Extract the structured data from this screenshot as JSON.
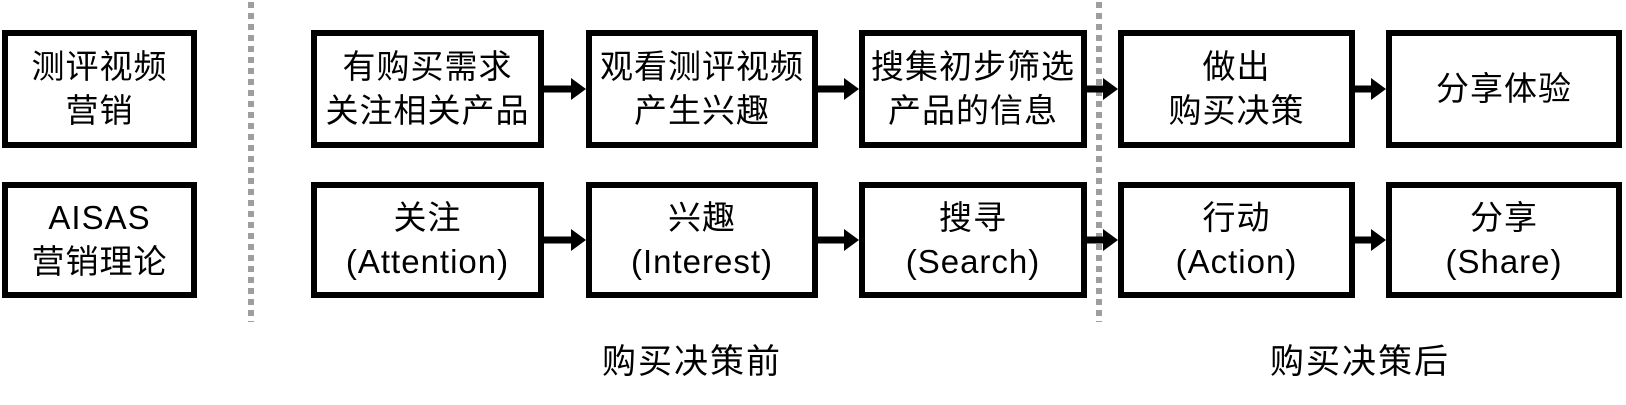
{
  "diagram": {
    "row_labels": {
      "marketing": {
        "line1": "测评视频",
        "line2": "营销"
      },
      "aisas": {
        "line1": "AISAS",
        "line2": "营销理论"
      }
    },
    "top_flow": [
      {
        "line1": "有购买需求",
        "line2": "关注相关产品"
      },
      {
        "line1": "观看测评视频",
        "line2": "产生兴趣"
      },
      {
        "line1": "搜集初步筛选",
        "line2": "产品的信息"
      },
      {
        "line1": "做出",
        "line2": "购买决策"
      },
      {
        "line1": "分享体验"
      }
    ],
    "bottom_flow": [
      {
        "line1": "关注",
        "line2": "(Attention)"
      },
      {
        "line1": "兴趣",
        "line2": "(Interest)"
      },
      {
        "line1": "搜寻",
        "line2": "(Search)"
      },
      {
        "line1": "行动",
        "line2": "(Action)"
      },
      {
        "line1": "分享",
        "line2": "(Share)"
      }
    ],
    "phase_labels": {
      "pre": "购买决策前",
      "post": "购买决策后"
    },
    "colors": {
      "box_border": "#000000",
      "box_background": "#ffffff",
      "text": "#000000",
      "divider": "#9e9e9e",
      "background": "#ffffff"
    }
  }
}
